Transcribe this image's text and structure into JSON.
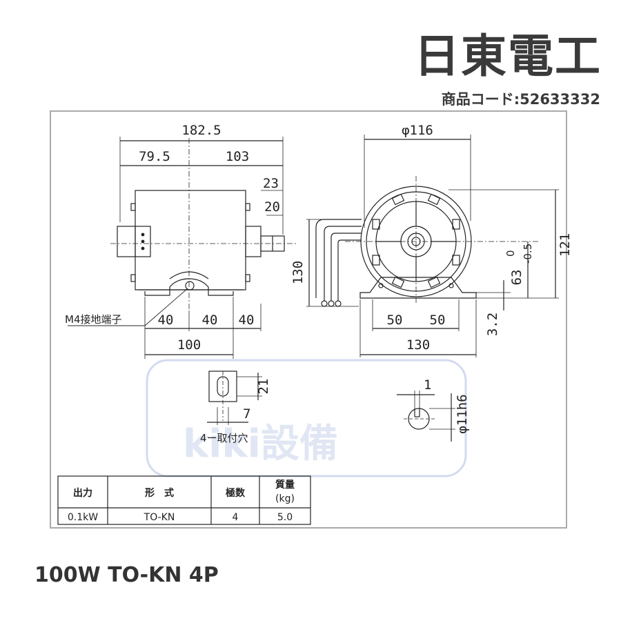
{
  "brand": "日東電工",
  "product_code": "商品コード:52633332",
  "caption": "100W TO-KN 4P",
  "watermark": "kiki設備",
  "drawing": {
    "dims": {
      "overall_length": "182.5",
      "left_part": "79.5",
      "right_part": "103",
      "shaft_len": "23",
      "key_len": "20",
      "height_130": "130",
      "foot_40a": "40",
      "foot_40b": "40",
      "foot_40c": "40",
      "foot_100": "100",
      "diameter": "φ116",
      "height_121": "121",
      "shaft_height": "63",
      "tol_top": "0",
      "tol_bottom": "-0.5",
      "base_50a": "50",
      "base_50b": "50",
      "base_130": "130",
      "base_thk": "3.2",
      "slot_21": "21",
      "slot_7": "7",
      "key_1": "1",
      "shaft_dia": "φ11h6"
    },
    "labels": {
      "ground_terminal": "M4接地端子",
      "mounting_holes": "4ー取付穴"
    }
  },
  "spec_table": {
    "headers": [
      "出力",
      "形　式",
      "極数",
      "質量",
      "(kg)"
    ],
    "row": [
      "0.1kW",
      "TO-KN",
      "4",
      "5.0"
    ]
  }
}
